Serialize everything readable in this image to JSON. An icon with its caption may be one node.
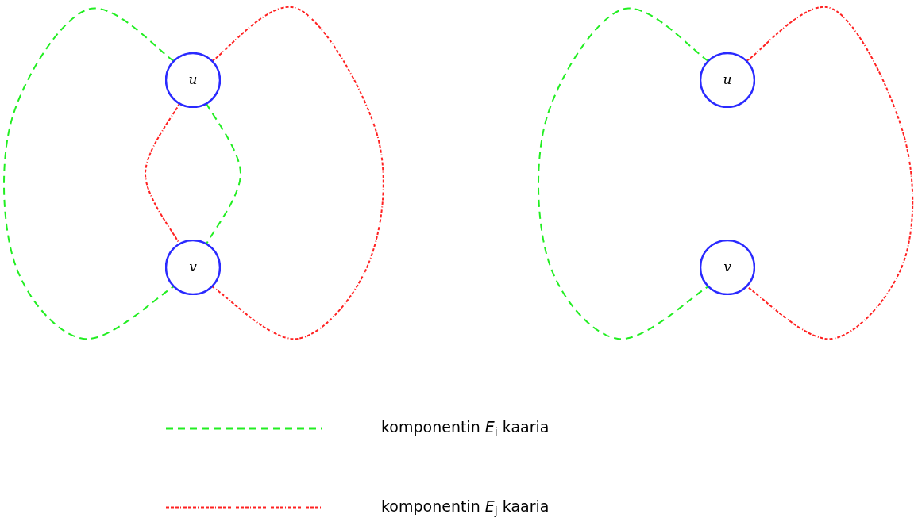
{
  "diagram": {
    "nodes": [
      {
        "text": [
          "u"
        ]
      },
      {
        "text": [
          "v"
        ]
      },
      {
        "text": [
          "u"
        ]
      },
      {
        "text": [
          "v"
        ]
      }
    ],
    "edges": [
      {
        "from": 0,
        "to": 1,
        "arrow": "none",
        "style": "dashed",
        "color": "#22ee22"
      },
      {
        "from": 0,
        "to": 1,
        "arrow": "none",
        "style": "dashed",
        "color": "#ff2222"
      },
      {
        "from": 0,
        "to": 1,
        "arrow": "none",
        "style": "dashed",
        "color": "#ff2222"
      },
      {
        "from": 0,
        "to": 1,
        "arrow": "none",
        "style": "dashed",
        "color": "#22ee22"
      },
      {
        "from": 2,
        "to": 3,
        "arrow": "none",
        "style": "dashed",
        "color": "#22ee22"
      },
      {
        "from": 2,
        "to": 3,
        "arrow": "none",
        "style": "dashed",
        "color": "#ff2222"
      }
    ],
    "legend": [
      {
        "text": "komponentin *E*$_{i}$ kaaria"
      },
      {
        "text": "komponentin *E*$_{j}$ kaaria"
      }
    ]
  }
}
